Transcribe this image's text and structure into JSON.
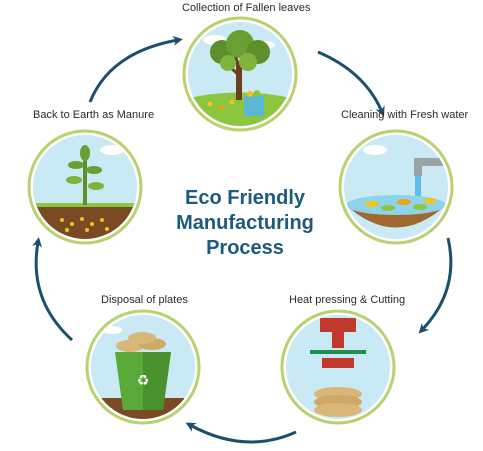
{
  "title": {
    "line1": "Eco Friendly",
    "line2": "Manufacturing",
    "line3": "Process"
  },
  "steps": [
    {
      "label": "Collection of Fallen leaves"
    },
    {
      "label": "Cleaning with Fresh water"
    },
    {
      "label": "Heat pressing & Cutting"
    },
    {
      "label": "Disposal of plates"
    },
    {
      "label": "Back to Earth as Manure"
    }
  ],
  "colors": {
    "circle_border": "#b9d16f",
    "sky": "#c9e9f5",
    "arrow": "#1c4f6e",
    "ground": "#7a4a25",
    "grass": "#8cc63f",
    "title": "#1c5a7e"
  }
}
